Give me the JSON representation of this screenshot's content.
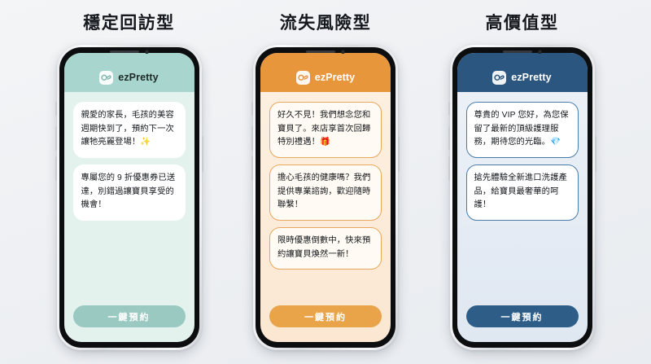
{
  "accent_colors": {
    "mint_header": "#a8d5cd",
    "mint_screen": "#e4f2ee",
    "mint_button": "#9ac9c1",
    "orange_header": "#e8963c",
    "orange_screen": "#fdf1e2",
    "orange_button": "#e9a348",
    "navy_header": "#2b5680",
    "navy_screen": "#edf2f8",
    "navy_button": "#2e5e87",
    "page_background": "#eef0f3",
    "title_text": "#15181c"
  },
  "brand": {
    "name": "ezPretty",
    "logo_icon": "ezpretty-logo-icon"
  },
  "panels": [
    {
      "title": "穩定回訪型",
      "theme": "mint",
      "messages": [
        "親愛的家長，毛孩的美容週期快到了，預約下一次讓牠亮麗登場！✨",
        "專屬您的 9 折優惠券已送達，別錯過讓寶貝享受的機會！"
      ],
      "cta_label": "一鍵預約"
    },
    {
      "title": "流失風險型",
      "theme": "orange",
      "messages": [
        "好久不見！我們想念您和寶貝了。來店享首次回歸特別禮遇！🎁",
        "擔心毛孩的健康嗎？我們提供專業諮詢，歡迎隨時聯繫！",
        "限時優惠倒數中，快來預約讓寶貝煥然一新！"
      ],
      "cta_label": "一鍵預約"
    },
    {
      "title": "高價值型",
      "theme": "navy",
      "messages": [
        "尊貴的 VIP 您好，為您保留了最新的頂級護理服務，期待您的光臨。💎",
        "搶先體驗全新進口洗護產品，給寶貝最奢華的呵護！"
      ],
      "cta_label": "一鍵預約"
    }
  ]
}
